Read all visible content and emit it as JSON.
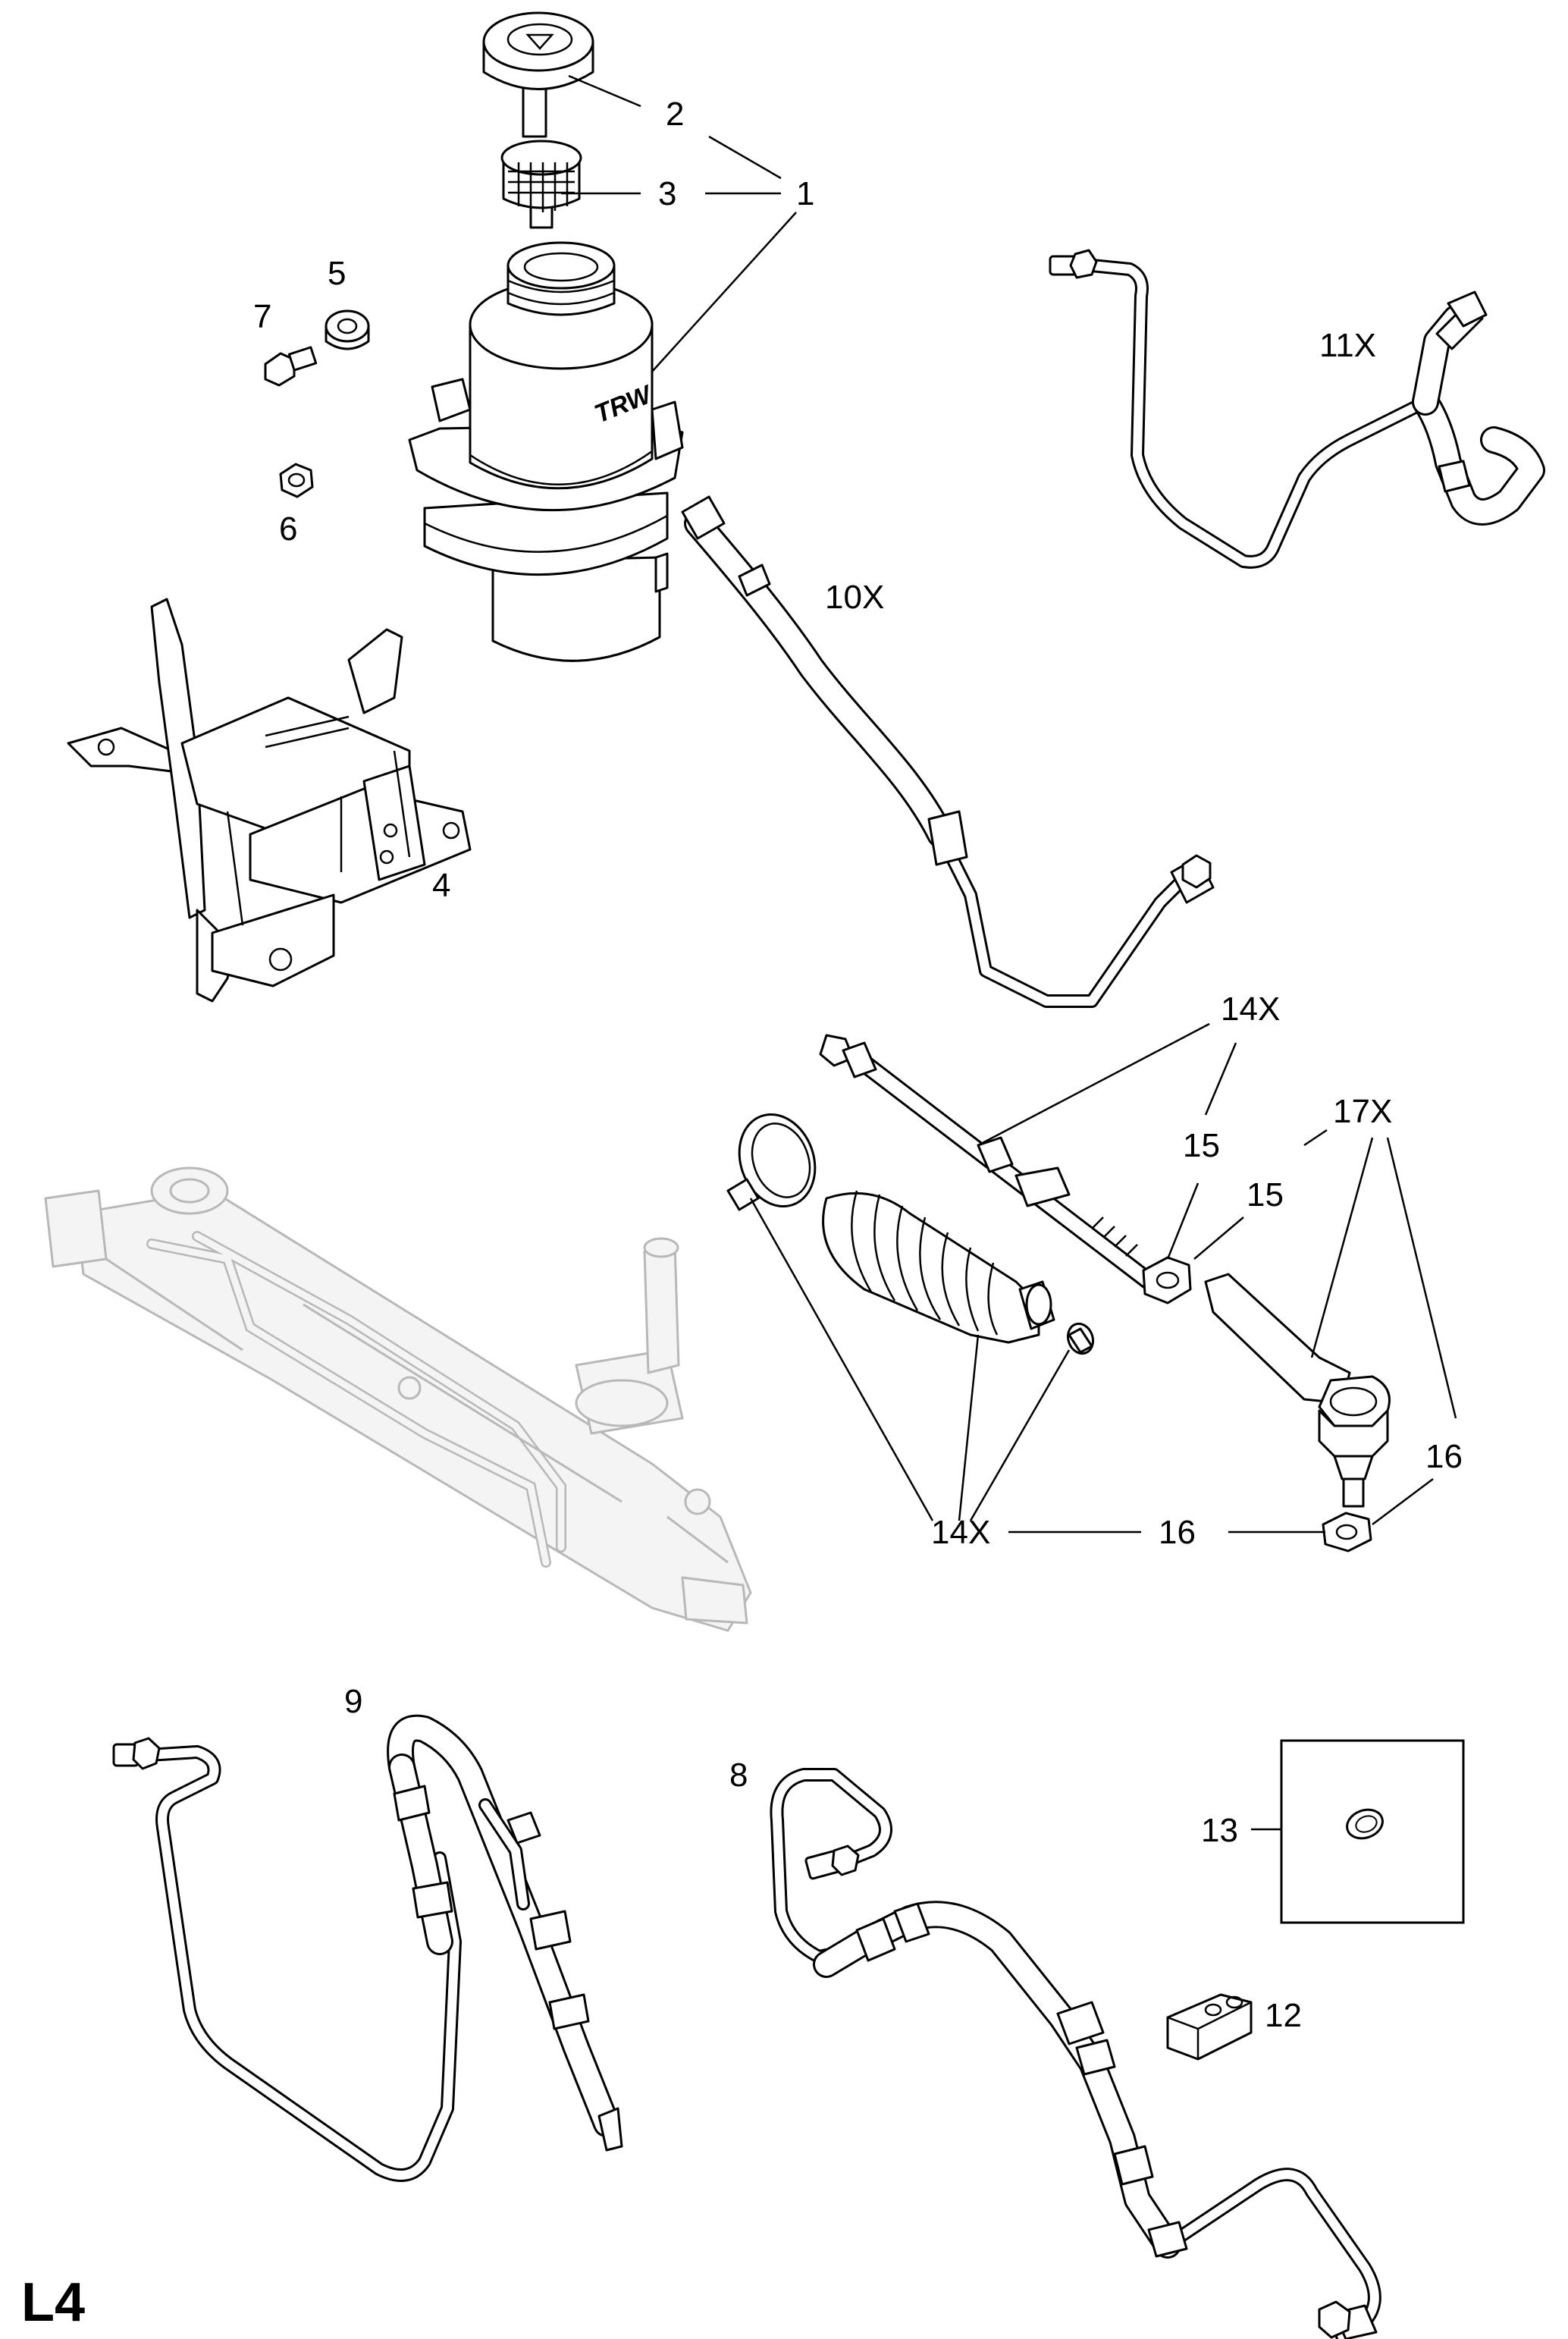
{
  "page_code": "L4",
  "callouts": {
    "c1": "1",
    "c2": "2",
    "c3": "3",
    "c4": "4",
    "c5": "5",
    "c6": "6",
    "c7": "7",
    "c8": "8",
    "c9": "9",
    "c10x": "10X",
    "c11x": "11X",
    "c12": "12",
    "c13": "13",
    "c14x_top": "14X",
    "c14x_bottom": "14X",
    "c15_left": "15",
    "c15_right": "15",
    "c16_right": "16",
    "c16_bottom": "16",
    "c17x": "17X"
  },
  "reservoir_brand": "TRW"
}
